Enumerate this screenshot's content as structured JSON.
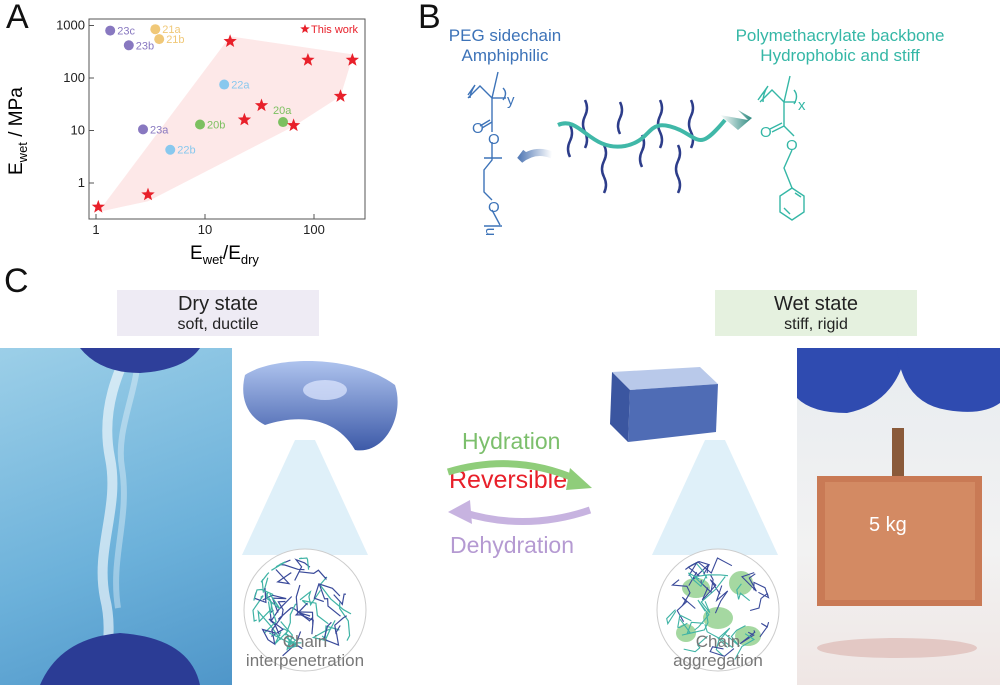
{
  "panels": {
    "a": "A",
    "b": "B",
    "c": "C"
  },
  "chart_data": {
    "type": "scatter",
    "xlabel_main": "E",
    "xlabel_sub1": "wet",
    "xlabel_mid": "/E",
    "xlabel_sub2": "dry",
    "ylabel_main": "E",
    "ylabel_sub": "wet",
    "ylabel_rest": " / MPa",
    "xscale": "log",
    "yscale": "log",
    "xlim": [
      0.93,
      300
    ],
    "ylim": [
      0.2,
      1400
    ],
    "xticks": [
      {
        "v": 1,
        "label": "1"
      },
      {
        "v": 10,
        "label": "10"
      },
      {
        "v": 100,
        "label": "100"
      }
    ],
    "yticks": [
      {
        "v": 1,
        "label": "1"
      },
      {
        "v": 10,
        "label": "10"
      },
      {
        "v": 100,
        "label": "100"
      },
      {
        "v": 1000,
        "label": "1000"
      }
    ],
    "legend": {
      "label": "This work",
      "placement": "top-right"
    },
    "this_work": {
      "color": "#e8202a",
      "points": [
        [
          1.05,
          0.35
        ],
        [
          3,
          0.6
        ],
        [
          17,
          500
        ],
        [
          23,
          16
        ],
        [
          33,
          30
        ],
        [
          65,
          12.5
        ],
        [
          88,
          220
        ],
        [
          175,
          45
        ],
        [
          225,
          220
        ]
      ]
    },
    "region": [
      [
        1.05,
        0.28
      ],
      [
        17,
        620
      ],
      [
        230,
        280
      ],
      [
        175,
        45
      ],
      [
        65,
        12
      ],
      [
        3,
        0.45
      ]
    ],
    "references": [
      {
        "label": "23c",
        "x": 1.35,
        "y": 800,
        "color": "#8878c0"
      },
      {
        "label": "23b",
        "x": 2,
        "y": 420,
        "color": "#8878c0"
      },
      {
        "label": "23a",
        "x": 2.7,
        "y": 10.5,
        "color": "#8878c0"
      },
      {
        "label": "21a",
        "x": 3.5,
        "y": 850,
        "color": "#f0c878"
      },
      {
        "label": "21b",
        "x": 3.8,
        "y": 550,
        "color": "#f0c878"
      },
      {
        "label": "22a",
        "x": 15,
        "y": 75,
        "color": "#88c8ee"
      },
      {
        "label": "22b",
        "x": 4.8,
        "y": 4.3,
        "color": "#88c8ee"
      },
      {
        "label": "20b",
        "x": 9,
        "y": 13,
        "color": "#7cc060"
      },
      {
        "label": "20a",
        "x": 52,
        "y": 14.5,
        "color": "#7cc060",
        "label_above": true
      }
    ]
  },
  "panel_b": {
    "left_title": [
      "PEG sidechain",
      "Amphiphilic"
    ],
    "right_title": [
      "Polymethacrylate  backbone",
      "Hydrophobic and stiff"
    ],
    "chem": {
      "o": "O",
      "y": "y",
      "x": "x",
      "n": "n"
    }
  },
  "panel_c": {
    "dry": {
      "title": "Dry state",
      "subtitle": "soft, ductile",
      "caption": [
        "Chain",
        "interpenetration"
      ]
    },
    "wet": {
      "title": "Wet state",
      "subtitle": "stiff, rigid",
      "caption": [
        "Chain",
        "aggregation"
      ]
    },
    "hydration": "Hydration",
    "reversible": "Reversible",
    "dehydration": "Dehydration",
    "weight": "5 kg",
    "colors": {
      "hydration": "#7cbf6c",
      "reversible": "#e8202a",
      "dehydration": "#b59ad2"
    }
  }
}
